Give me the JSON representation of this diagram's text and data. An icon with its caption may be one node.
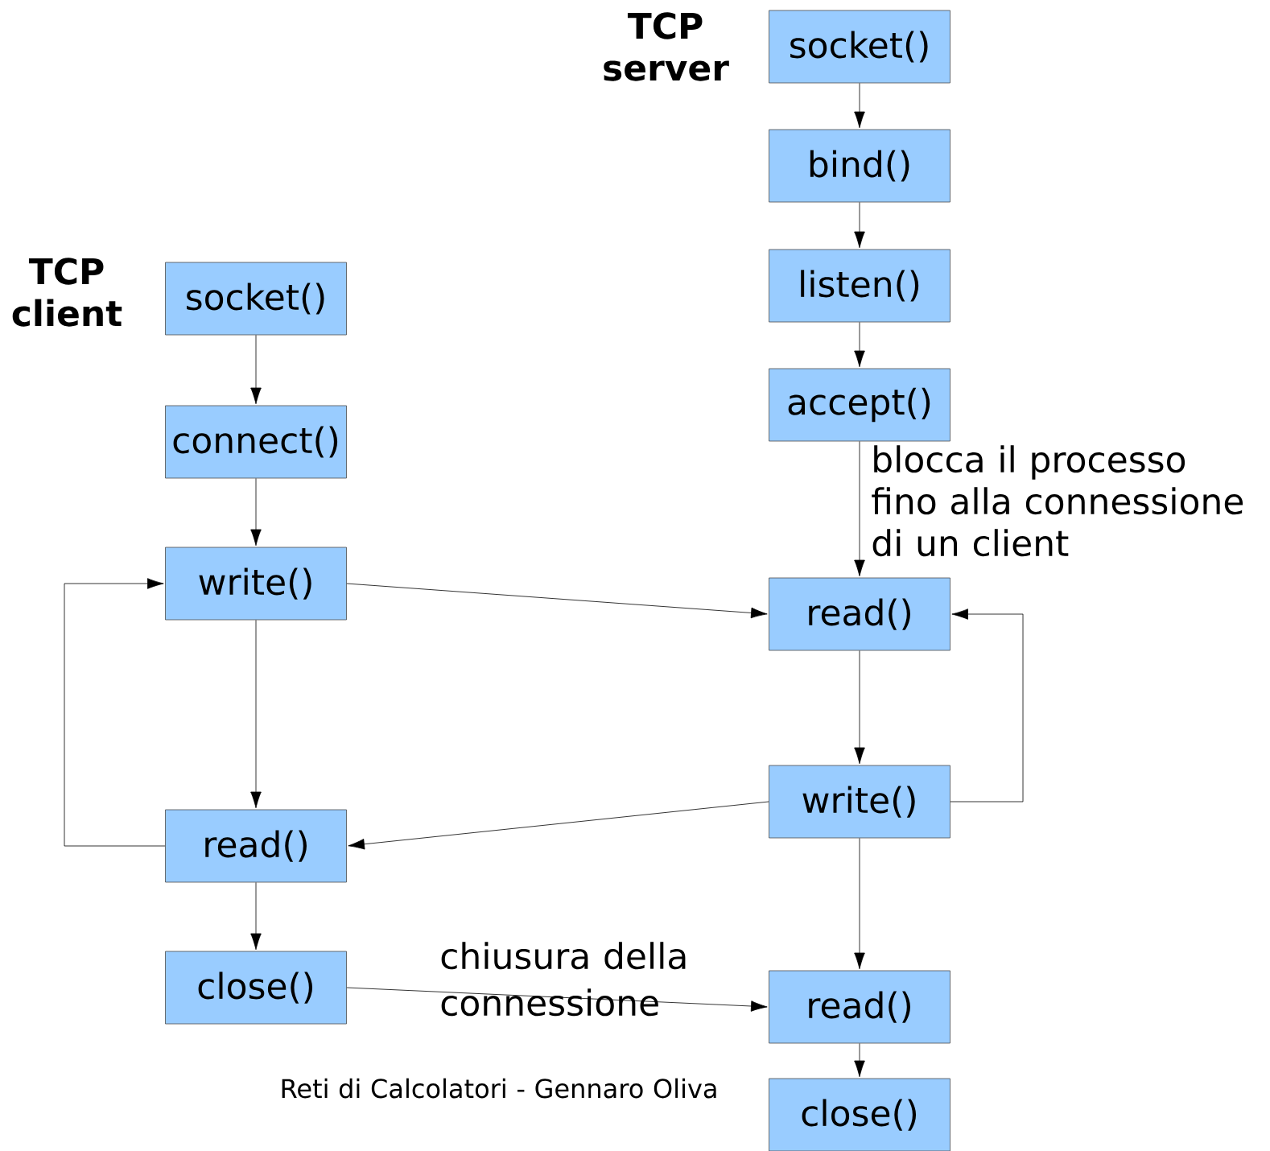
{
  "diagram": {
    "nodes": [
      {
        "text": [
          "socket()"
        ]
      },
      {
        "text": [
          "bind()"
        ]
      },
      {
        "text": [
          "listen()"
        ]
      },
      {
        "text": [
          "accept()"
        ]
      },
      {
        "text": [
          "socket()"
        ]
      },
      {
        "text": [
          "connect()"
        ]
      },
      {
        "text": [
          "write()"
        ]
      },
      {
        "text": [
          "read()"
        ]
      },
      {
        "text": [
          "write()"
        ]
      },
      {
        "text": [
          "read()"
        ]
      },
      {
        "text": [
          "close()"
        ]
      },
      {
        "text": [
          "read()"
        ]
      },
      {
        "text": [
          "close()"
        ]
      }
    ],
    "edges": [
      {
        "from": 0,
        "to": 1,
        "arrow": "to"
      },
      {
        "from": 1,
        "to": 2,
        "arrow": "to"
      },
      {
        "from": 2,
        "to": 3,
        "arrow": "to"
      },
      {
        "from": 3,
        "to": 7,
        "arrow": "to",
        "label": "blocca il processo fino alla connessione di un client"
      },
      {
        "from": 4,
        "to": 5,
        "arrow": "to"
      },
      {
        "from": 5,
        "to": 6,
        "arrow": "to"
      },
      {
        "from": 6,
        "to": 7,
        "arrow": "to"
      },
      {
        "from": 6,
        "to": 9,
        "arrow": "to"
      },
      {
        "from": 7,
        "to": 8,
        "arrow": "to"
      },
      {
        "from": 8,
        "to": 9,
        "arrow": "to"
      },
      {
        "from": 8,
        "to": 7,
        "arrow": "to"
      },
      {
        "from": 9,
        "to": 6,
        "arrow": "to"
      },
      {
        "from": 9,
        "to": 10,
        "arrow": "to"
      },
      {
        "from": 8,
        "to": 11,
        "arrow": "to"
      },
      {
        "from": 10,
        "to": 11,
        "arrow": "to",
        "label": "chiusura della connessione"
      },
      {
        "from": 11,
        "to": 12,
        "arrow": "to"
      }
    ],
    "labels": [
      "TCP server",
      "TCP client",
      "Reti di Calcolatori - Gennaro Oliva"
    ]
  }
}
